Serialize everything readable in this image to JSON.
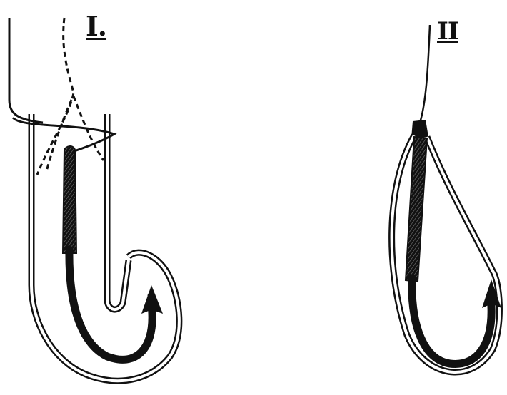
{
  "figures": [
    {
      "id": "I",
      "label": "I."
    },
    {
      "id": "II",
      "label": "II"
    }
  ],
  "colors": {
    "ink": "#111111",
    "paper": "#ffffff"
  }
}
